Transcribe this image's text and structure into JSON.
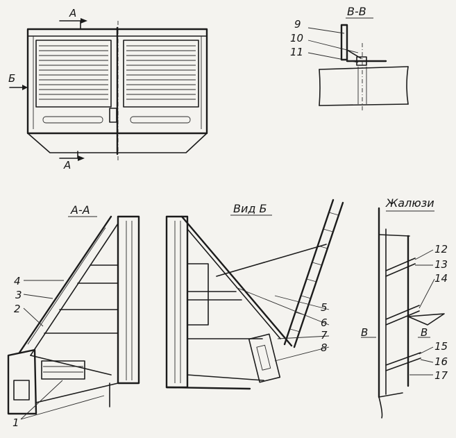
{
  "section_titles": {
    "aa": "А-А",
    "view_b": "Вид Б",
    "vv": "В-В",
    "blinds": "Жалюзи"
  },
  "cut_marks": {
    "a_top": "А",
    "a_bottom": "А",
    "b_side": "Б",
    "v_left": "В",
    "v_right": "В"
  },
  "callouts": [
    "1",
    "2",
    "3",
    "4",
    "5",
    "6",
    "7",
    "8",
    "9",
    "10",
    "11",
    "12",
    "13",
    "14",
    "15",
    "16",
    "17"
  ]
}
